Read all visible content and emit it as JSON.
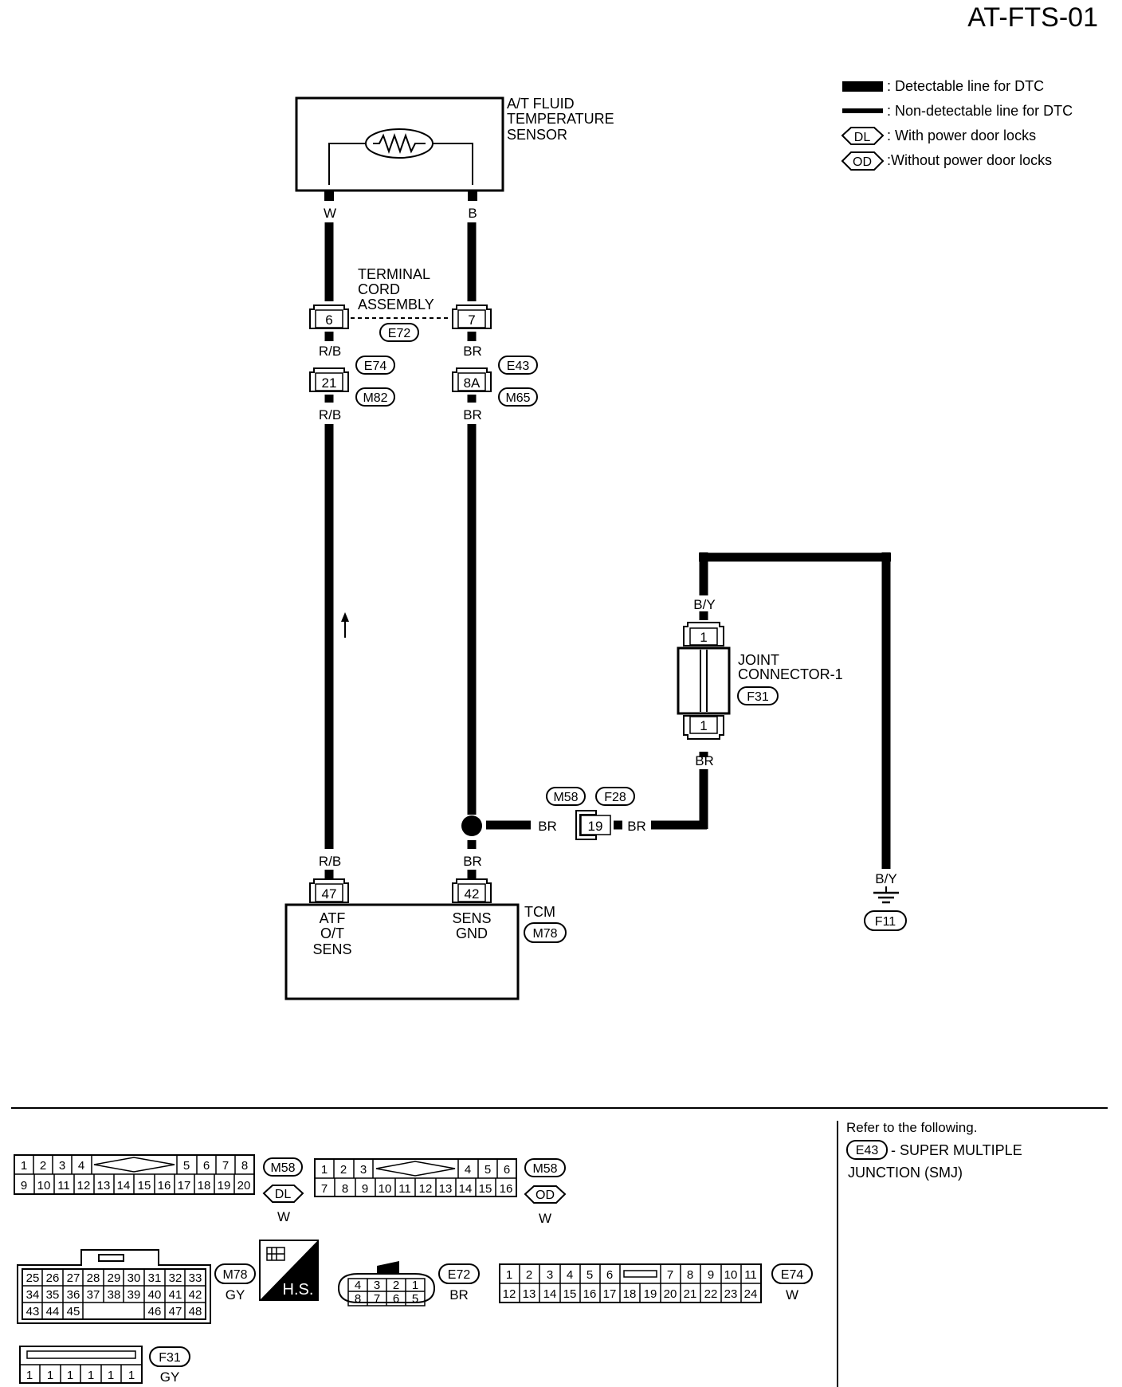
{
  "page_id": "AT-FTS-01",
  "legend": [
    {
      "symbol": "thick-line",
      "text": ": Detectable line for DTC"
    },
    {
      "symbol": "thin-line",
      "text": ": Non-detectable line for DTC"
    },
    {
      "symbol": "DL",
      "text": ": With power door locks"
    },
    {
      "symbol": "OD",
      "text": ":Without power door locks"
    }
  ],
  "sensor": {
    "label_lines": [
      "A/T FLUID",
      "TEMPERATURE",
      "SENSOR"
    ]
  },
  "wire_colors": {
    "sensor_left": "W",
    "sensor_right": "B",
    "rb_1": "R/B",
    "rb_2": "R/B",
    "rb_3": "R/B",
    "br_1": "BR",
    "br_2": "BR",
    "br_3": "BR",
    "br_splice": "BR",
    "br_f28": "BR",
    "br_joint": "BR",
    "by_top": "B/Y",
    "by_ground": "B/Y"
  },
  "terminal_cord": {
    "label_lines": [
      "TERMINAL",
      "CORD",
      "ASSEMBLY"
    ],
    "connector": "E72"
  },
  "pins": {
    "tc_left": "6",
    "tc_right": "7",
    "e74": "21",
    "e43": "8A",
    "tcm_left": "47",
    "tcm_right": "42",
    "f28": "19",
    "joint_top": "1",
    "joint_bottom": "1"
  },
  "connector_ids": {
    "e74": "E74",
    "m82": "M82",
    "e43": "E43",
    "m65": "M65",
    "m58": "M58",
    "f28": "F28",
    "f31": "F31",
    "f11": "F11",
    "m78": "M78"
  },
  "joint_connector": {
    "label_lines": [
      "JOINT",
      "CONNECTOR-1"
    ]
  },
  "tcm": {
    "name": "TCM",
    "left_term_lines": [
      "ATF",
      "O/T",
      "SENS"
    ],
    "right_term_lines": [
      "SENS",
      "GND"
    ]
  },
  "refer": {
    "intro": "Refer to the following.",
    "connector": "E43",
    "text_1": "- SUPER MULTIPLE",
    "text_2": "JUNCTION (SMJ)"
  },
  "connector_faces": {
    "m58_dl": {
      "id": "M58",
      "variant": "DL",
      "color": "W",
      "row1": [
        "1",
        "2",
        "3",
        "4",
        "",
        "5",
        "6",
        "7",
        "8"
      ],
      "row2": [
        "9",
        "10",
        "11",
        "12",
        "13",
        "14",
        "15",
        "16",
        "17",
        "18",
        "19",
        "20"
      ]
    },
    "m58_od": {
      "id": "M58",
      "variant": "OD",
      "color": "W",
      "row1": [
        "1",
        "2",
        "3",
        "",
        "4",
        "5",
        "6"
      ],
      "row2": [
        "7",
        "8",
        "9",
        "10",
        "11",
        "12",
        "13",
        "14",
        "15",
        "16"
      ]
    },
    "m78": {
      "id": "M78",
      "color": "GY",
      "rows": [
        [
          "25",
          "26",
          "27",
          "28",
          "29",
          "30",
          "31",
          "32",
          "33"
        ],
        [
          "34",
          "35",
          "36",
          "37",
          "38",
          "39",
          "40",
          "41",
          "42"
        ],
        [
          "43",
          "44",
          "45",
          "46",
          "47",
          "48"
        ]
      ]
    },
    "hs_badge": "H.S.",
    "e72": {
      "id": "E72",
      "color": "BR",
      "row1": [
        "4",
        "3",
        "2",
        "1"
      ],
      "row2": [
        "8",
        "7",
        "6",
        "5"
      ]
    },
    "e74": {
      "id": "E74",
      "color": "W",
      "row1": [
        "1",
        "2",
        "3",
        "4",
        "5",
        "6",
        "",
        "7",
        "8",
        "9",
        "10",
        "11"
      ],
      "row2": [
        "12",
        "13",
        "14",
        "15",
        "16",
        "17",
        "18",
        "19",
        "20",
        "21",
        "22",
        "23",
        "24"
      ]
    },
    "f31": {
      "id": "F31",
      "color": "GY",
      "pins": [
        "1",
        "1",
        "1",
        "1",
        "1",
        "1"
      ]
    }
  }
}
